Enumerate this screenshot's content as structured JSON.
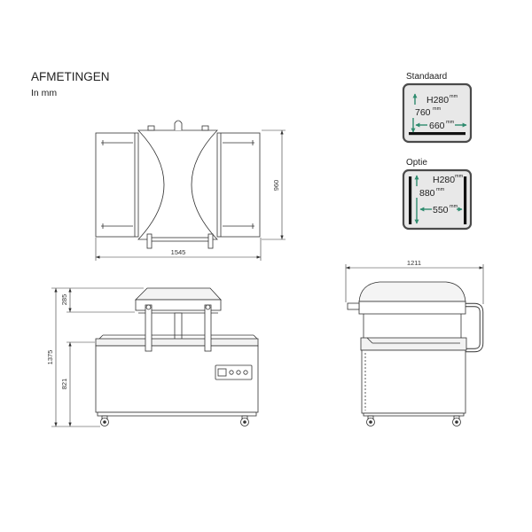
{
  "header": {
    "title": "AFMETINGEN",
    "unit_note": "In mm"
  },
  "top_view": {
    "width_dim": "1545",
    "depth_dim": "960"
  },
  "front_view": {
    "lid_height_dim": "285",
    "total_height_dim": "1375",
    "table_height_dim": "821"
  },
  "side_view": {
    "depth_dim": "1211"
  },
  "chambers": {
    "standard": {
      "label": "Standaard",
      "height": "H280",
      "length": "760",
      "width": "660",
      "unit": "mm"
    },
    "option": {
      "label": "Optie",
      "height": "H280",
      "length": "880",
      "width": "550",
      "unit": "mm"
    }
  },
  "colors": {
    "line": "#333333",
    "arrow": "#2e8b6e",
    "seal_bar": "#111111",
    "box_fill": "#e8e8e8",
    "box_border": "#4a4a4a"
  },
  "icons": {
    "dimension_arrows": "double-headed-arrow-icon"
  }
}
